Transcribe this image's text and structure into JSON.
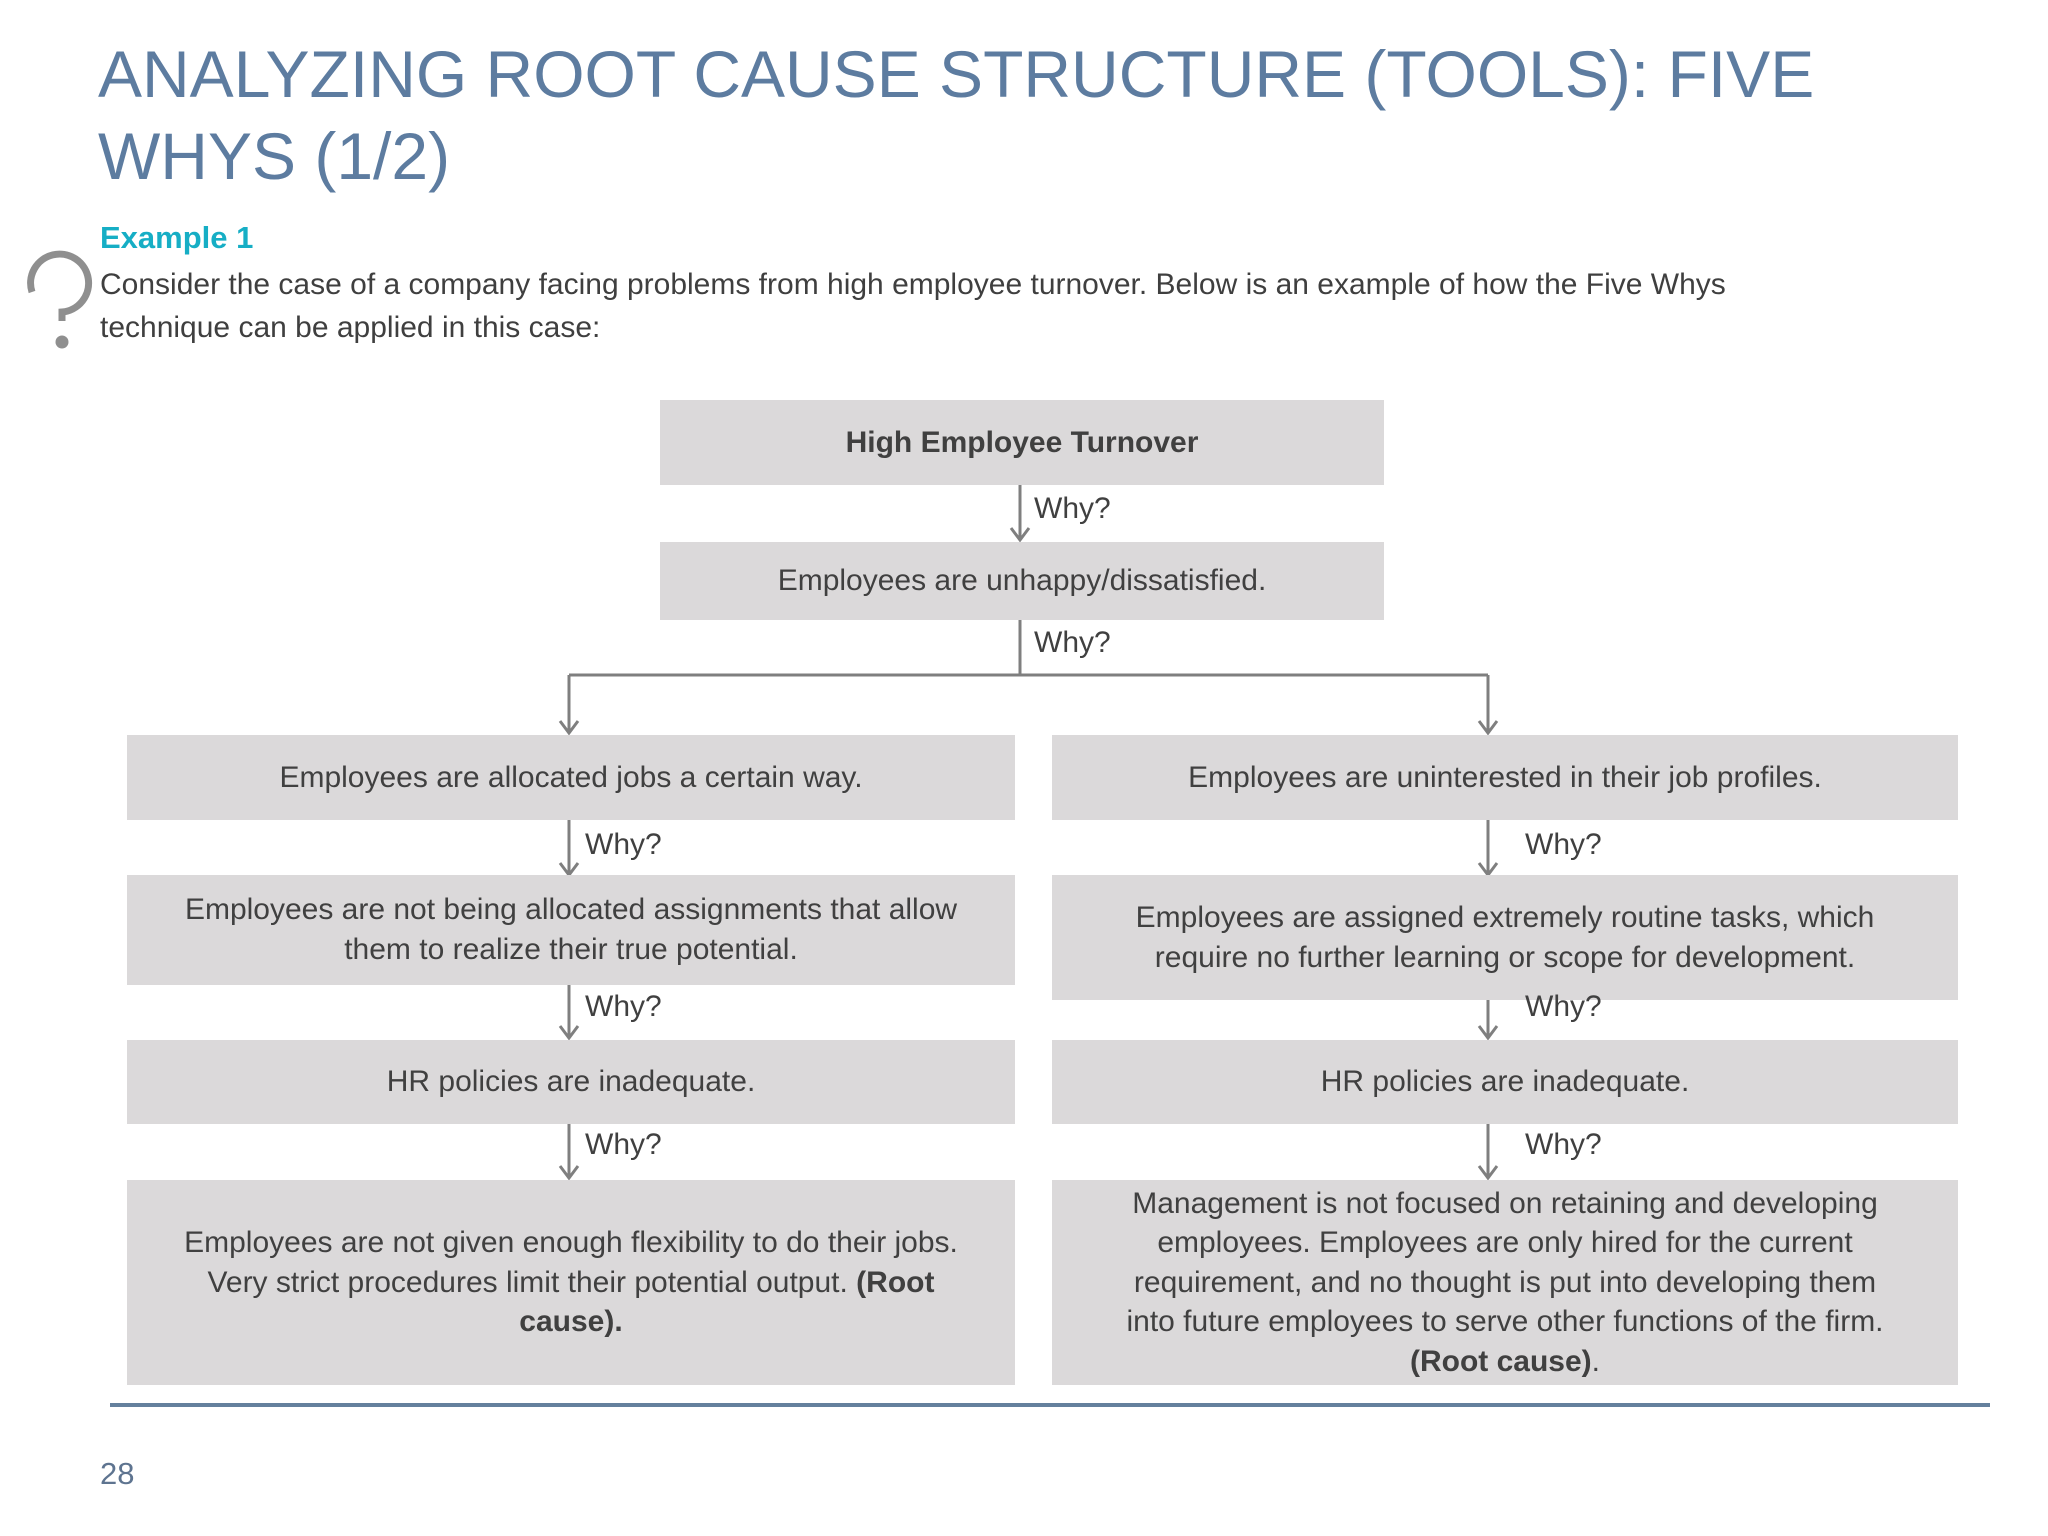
{
  "slide": {
    "title_lines": [
      "ANALYZING ROOT CAUSE STRUCTURE (TOOLS): FIVE",
      "WHYS (1/2)"
    ],
    "example_label": "Example 1",
    "intro_text": "Consider the case of a company facing problems from high employee turnover. Below is an example of how the Five Whys technique can be applied in this case:",
    "page_number": "28"
  },
  "icons": {
    "left_margin_icon": "question-mark-icon"
  },
  "colors": {
    "title_blue": "#5D7CA0",
    "accent_cyan": "#16AEC5",
    "body_text": "#3F3F3F",
    "box_fill": "#DBD9DA",
    "box_text": "#404040",
    "connector_gray": "#7F7F7F",
    "rule_blue": "#64809D"
  },
  "flowchart": {
    "why_label": "Why?",
    "root_box": "High Employee Turnover",
    "level2_box": "Employees are unhappy/dissatisfied.",
    "left_branch": {
      "level3": "Employees are allocated jobs a certain way.",
      "level4": "Employees are not being allocated assignments that allow them to realize their true potential.",
      "level5": "HR policies are inadequate.",
      "root_cause_text": "Employees are not given enough flexibility to do their jobs. Very strict procedures limit their potential output. ",
      "root_cause_bold": "(Root cause).",
      "root_cause_suffix": ""
    },
    "right_branch": {
      "level3": "Employees are uninterested in their job profiles.",
      "level4": "Employees are assigned extremely routine tasks, which require no further learning or scope for development.",
      "level5": "HR policies are inadequate.",
      "root_cause_text": "Management is not focused on retaining and developing employees. Employees are only hired for the current requirement, and no thought is put into developing them into future employees to serve other functions of the firm. ",
      "root_cause_bold": "(Root cause)",
      "root_cause_suffix": "."
    }
  }
}
